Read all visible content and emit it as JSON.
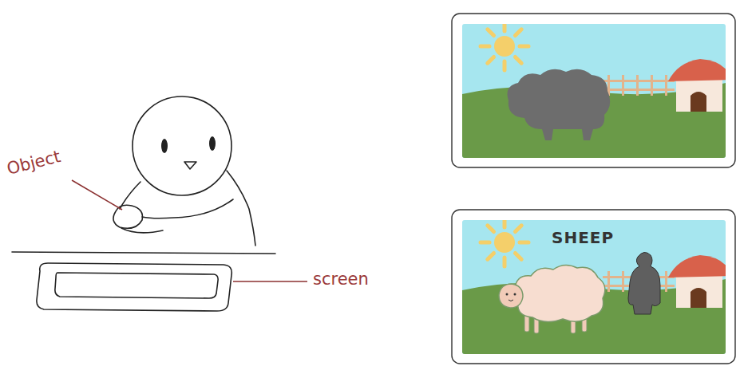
{
  "diagram": {
    "nodes": [
      {
        "text": [
          "SHEEP"
        ]
      }
    ],
    "labels": [
      "Object",
      "screen"
    ]
  }
}
